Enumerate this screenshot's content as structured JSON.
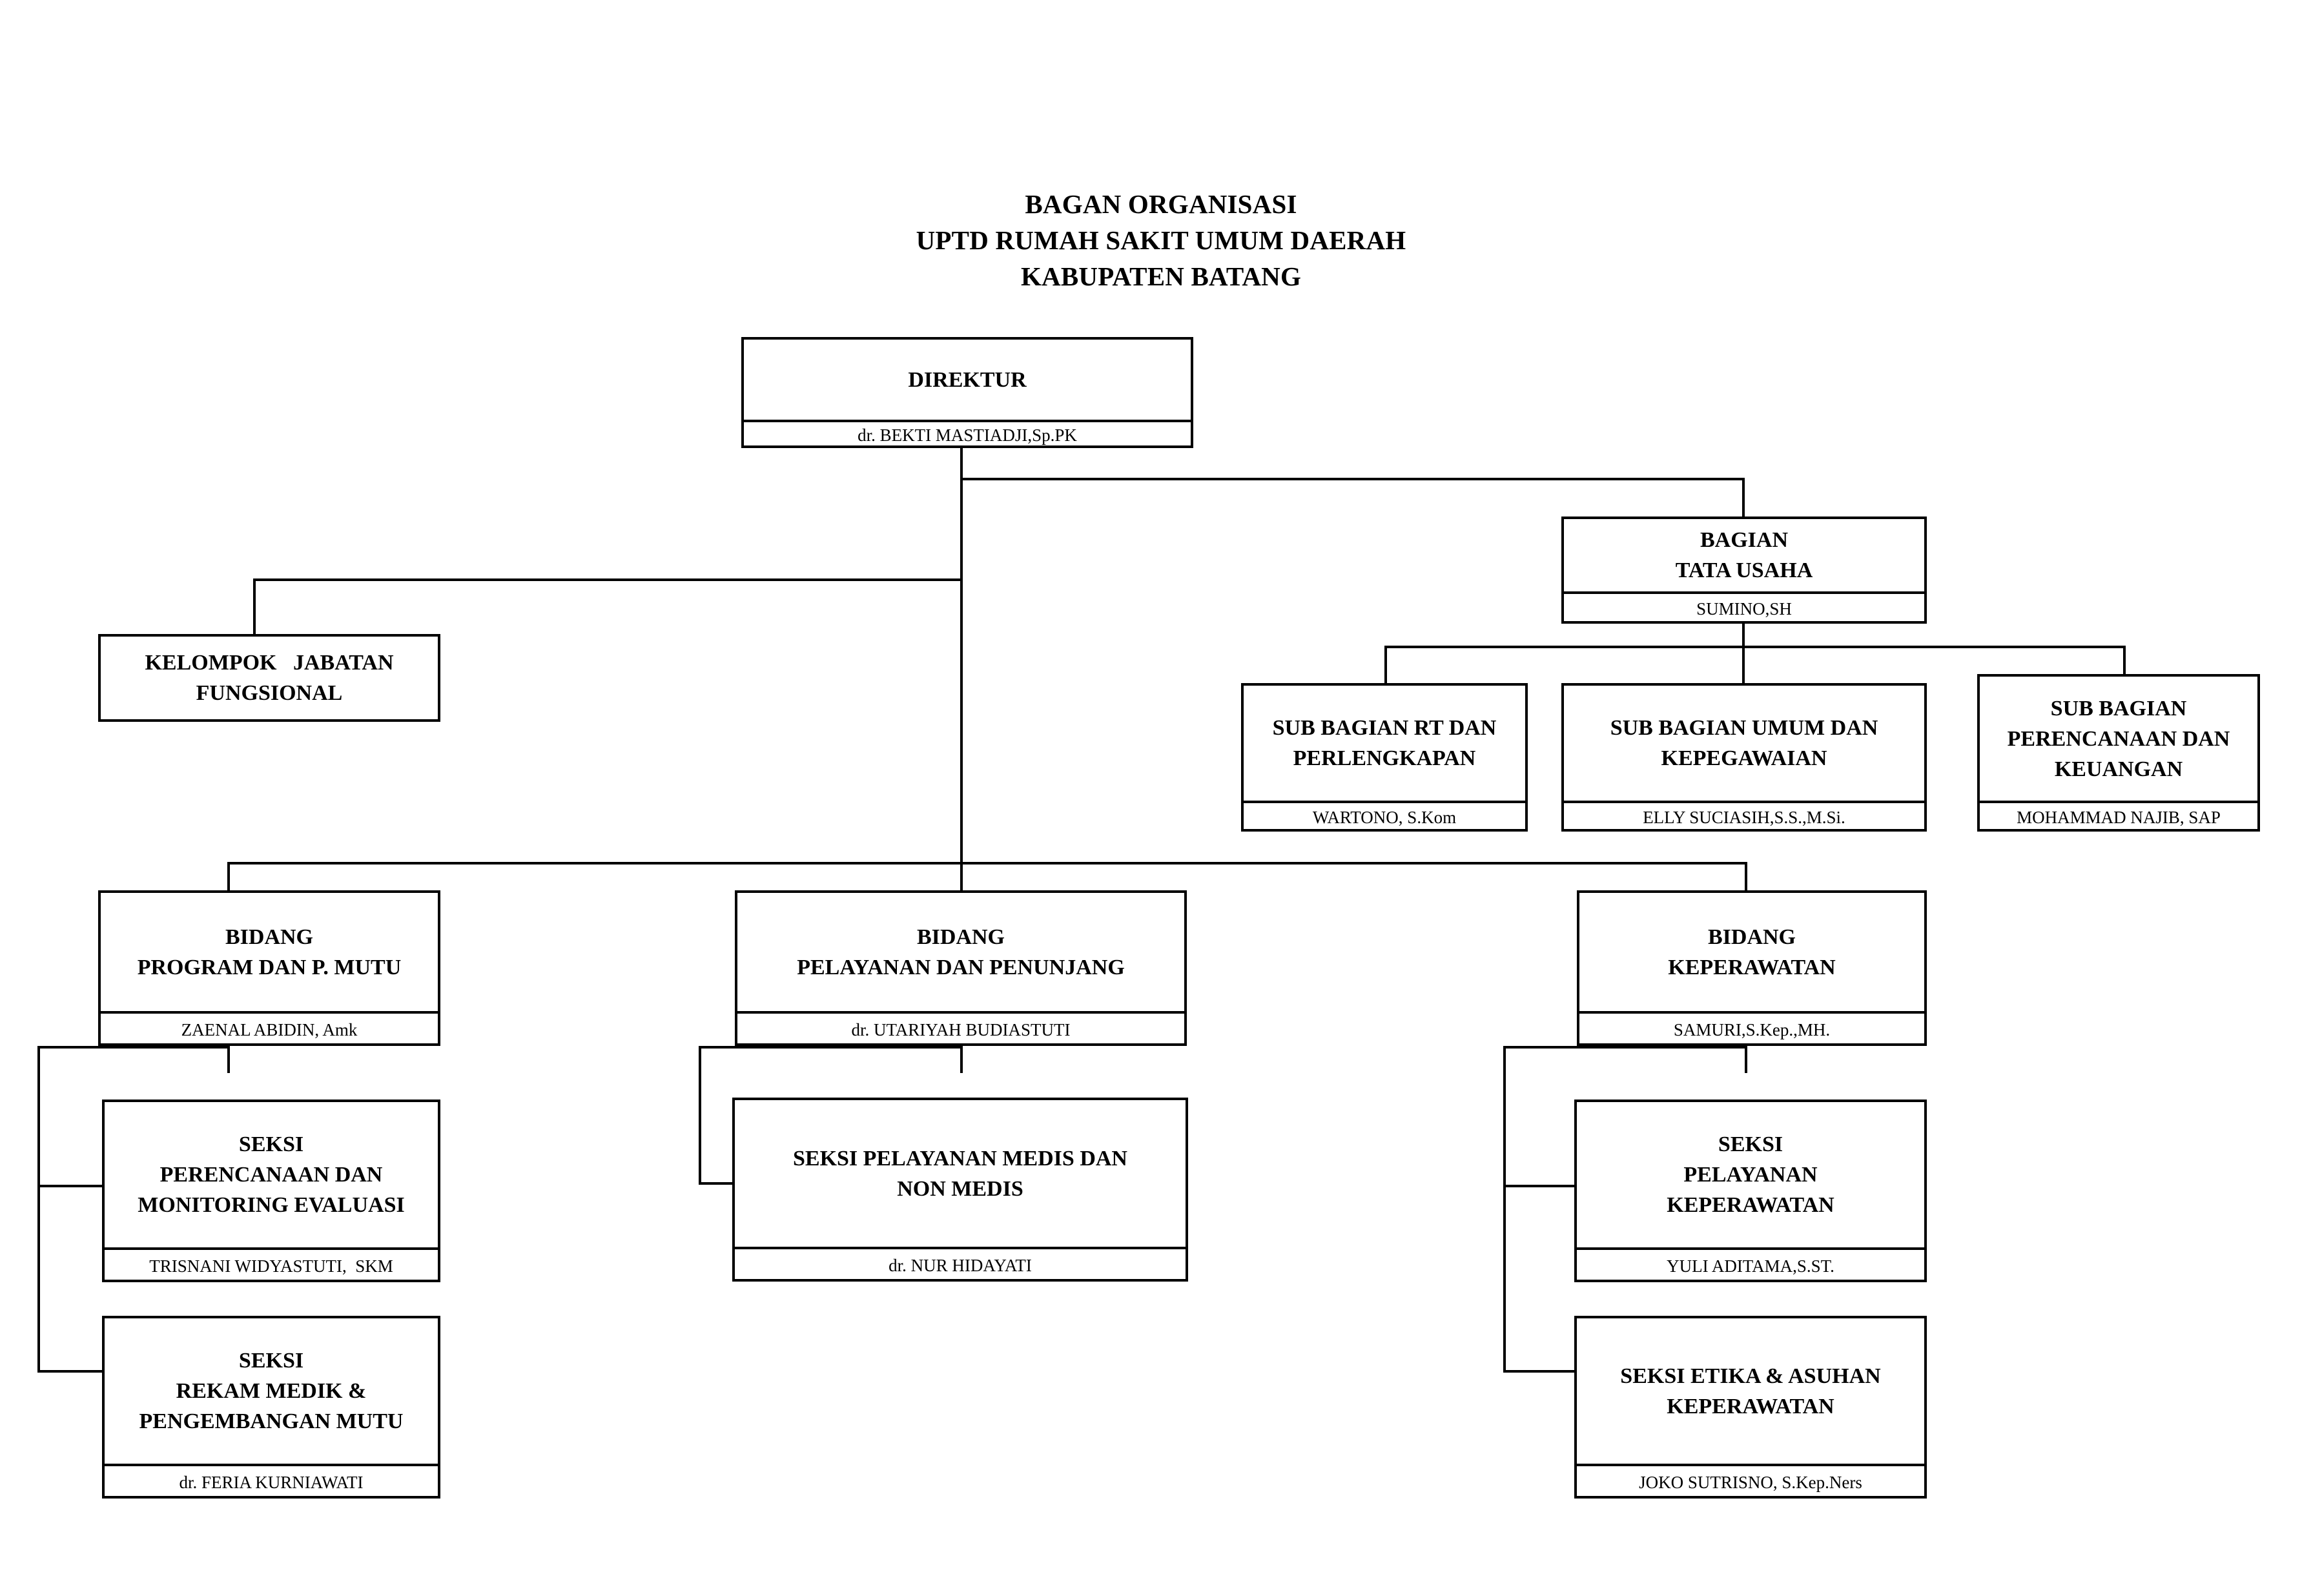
{
  "title": {
    "line1": "BAGAN ORGANISASI",
    "line2": "UPTD RUMAH SAKIT UMUM DAERAH",
    "line3": "KABUPATEN BATANG"
  },
  "colors": {
    "line": "#000000",
    "background": "#ffffff",
    "text": "#000000"
  },
  "nodes": {
    "direktur": {
      "title": "DIREKTUR",
      "name": "dr. BEKTI MASTIADJI,Sp.PK"
    },
    "tata_usaha": {
      "title_line1": "BAGIAN",
      "title_line2": "TATA USAHA",
      "name": "SUMINO,SH"
    },
    "kelompok": {
      "title_line1": "KELOMPOK   JABATAN",
      "title_line2": "FUNGSIONAL"
    },
    "sub_rt": {
      "title_line1": "SUB BAGIAN RT DAN",
      "title_line2": "PERLENGKAPAN",
      "name": "WARTONO, S.Kom"
    },
    "sub_umum": {
      "title_line1": "SUB BAGIAN UMUM DAN",
      "title_line2": "KEPEGAWAIAN",
      "name": "ELLY SUCIASIH,S.S.,M.Si."
    },
    "sub_perenc": {
      "title_line1": "SUB BAGIAN",
      "title_line2": "PERENCANAAN DAN",
      "title_line3": "KEUANGAN",
      "name": "MOHAMMAD NAJIB, SAP"
    },
    "bid_program": {
      "title_line1": "BIDANG",
      "title_line2": "PROGRAM DAN P. MUTU",
      "name": "ZAENAL ABIDIN, Amk"
    },
    "bid_pelayanan": {
      "title_line1": "BIDANG",
      "title_line2": "PELAYANAN DAN PENUNJANG",
      "name": "dr. UTARIYAH BUDIASTUTI"
    },
    "bid_keperawatan": {
      "title_line1": "BIDANG",
      "title_line2": "KEPERAWATAN",
      "name": "SAMURI,S.Kep.,MH."
    },
    "seksi_perenc": {
      "title_line1": "SEKSI",
      "title_line2": "PERENCANAAN DAN",
      "title_line3": "MONITORING EVALUASI",
      "name": "TRISNANI WIDYASTUTI,  SKM"
    },
    "seksi_rekam": {
      "title_line1": "SEKSI",
      "title_line2": "REKAM MEDIK &",
      "title_line3": "PENGEMBANGAN MUTU",
      "name": "dr. FERIA KURNIAWATI"
    },
    "seksi_medis": {
      "title_line1": "SEKSI PELAYANAN MEDIS DAN",
      "title_line2": "NON MEDIS",
      "name": "dr. NUR HIDAYATI"
    },
    "seksi_yankep": {
      "title_line1": "SEKSI",
      "title_line2": "PELAYANAN",
      "title_line3": "KEPERAWATAN",
      "name": "YULI ADITAMA,S.ST."
    },
    "seksi_etika": {
      "title_line1": "SEKSI ETIKA & ASUHAN",
      "title_line2": "KEPERAWATAN",
      "name": "JOKO SUTRISNO, S.Kep.Ners"
    }
  }
}
